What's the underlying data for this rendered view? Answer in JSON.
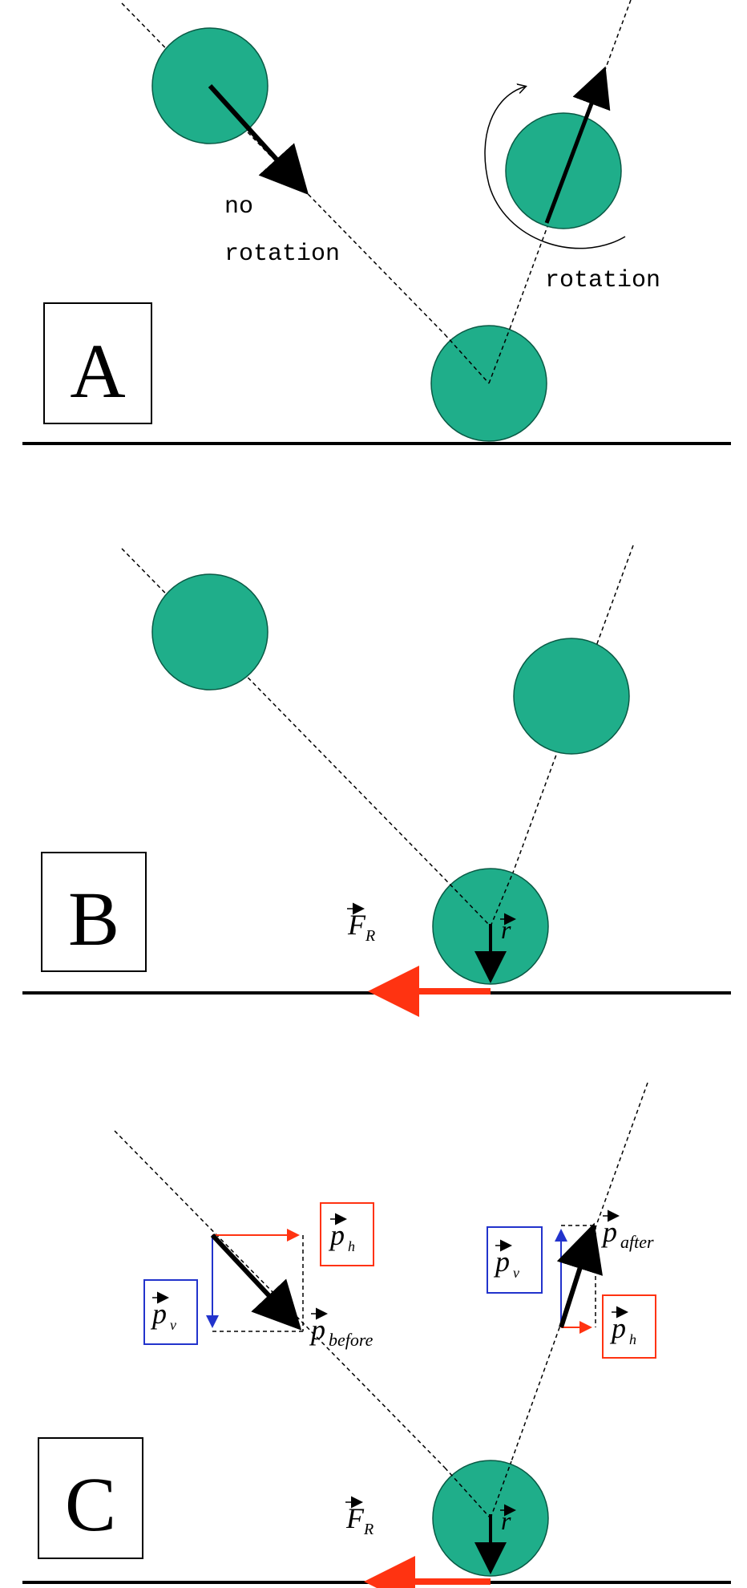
{
  "colors": {
    "ball_fill": "#1fae8a",
    "ball_stroke": "#0a5a45",
    "ink": "#000000",
    "red": "#ff3311",
    "blue": "#2233cc"
  },
  "panelA": {
    "letter": "A",
    "label_no": "no",
    "label_no_rotation": "rotation",
    "label_rotation": "rotation"
  },
  "panelB": {
    "letter": "B",
    "force_label": "F",
    "force_sub": "R",
    "radius_label": "r"
  },
  "panelC": {
    "letter": "C",
    "force_label": "F",
    "force_sub": "R",
    "radius_label": "r",
    "p_h_left": "p",
    "p_h_left_sub": "h",
    "p_v_left": "p",
    "p_v_left_sub": "v",
    "p_before": "p",
    "p_before_sub": "before",
    "p_v_right": "p",
    "p_v_right_sub": "v",
    "p_after": "p",
    "p_after_sub": "after",
    "p_h_right": "p",
    "p_h_right_sub": "h"
  }
}
